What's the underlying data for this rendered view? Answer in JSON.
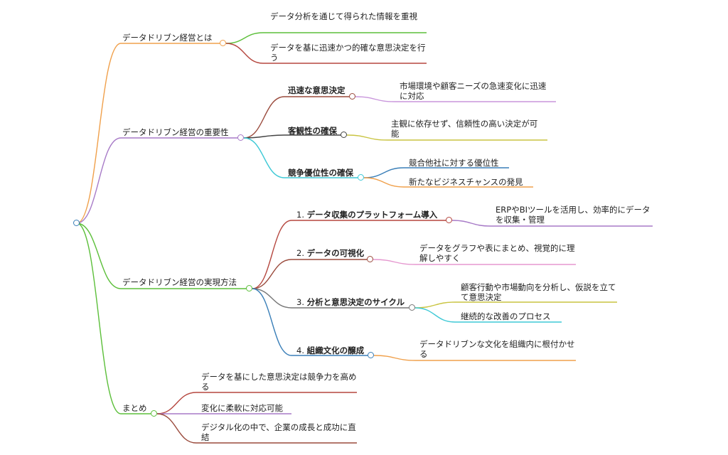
{
  "mindmap": {
    "branches": [
      {
        "label": "データドリブン経営とは",
        "color": "#f0a04b",
        "children": [
          {
            "label": "データ分析を通じて得られた情報を重視",
            "color": "#5cbf3a"
          },
          {
            "label": "データを基に迅速かつ的確な意思決定を行う",
            "color": "#b5473f"
          }
        ]
      },
      {
        "label": "データドリブン経営の重要性",
        "color": "#a77ac7",
        "children": [
          {
            "label": "迅速な意思決定",
            "color": "#9a4a3c",
            "children": [
              {
                "label": "市場環境や顧客ニーズの急速変化に迅速に対応",
                "color": "#c996dc"
              }
            ]
          },
          {
            "label": "客観性の確保",
            "color": "#444444",
            "children": [
              {
                "label": "主観に依存せず、信頼性の高い決定が可能",
                "color": "#c9c441"
              }
            ]
          },
          {
            "label": "競争優位性の確保",
            "color": "#3fc9d6",
            "children": [
              {
                "label": "競合他社に対する優位性",
                "color": "#3a7fb8"
              },
              {
                "label": "新たなビジネスチャンスの発見",
                "color": "#f0a04b"
              }
            ]
          }
        ]
      },
      {
        "label": "データドリブン経営の実現方法",
        "color": "#5cbf3a",
        "children": [
          {
            "prefix": "1.",
            "label": "データ収集のプラットフォーム導入",
            "color": "#b5473f",
            "children": [
              {
                "label": "ERPやBIツールを活用し、効率的にデータを収集・管理",
                "color": "#a77ac7"
              }
            ]
          },
          {
            "prefix": "2.",
            "label": "データの可視化",
            "color": "#9a4a3c",
            "children": [
              {
                "label": "データをグラフや表にまとめ、視覚的に理解しやすく",
                "color": "#e597cf"
              }
            ]
          },
          {
            "prefix": "3.",
            "label": "分析と意思決定のサイクル",
            "color": "#777777",
            "children": [
              {
                "label": "顧客行動や市場動向を分析し、仮説を立てて意思決定",
                "color": "#c9c441"
              },
              {
                "label": "継続的な改善のプロセス",
                "color": "#3fc9d6"
              }
            ]
          },
          {
            "prefix": "4.",
            "label": "組織文化の醸成",
            "color": "#3a7fb8",
            "children": [
              {
                "label": "データドリブンな文化を組織内に根付かせる",
                "color": "#f0a04b"
              }
            ]
          }
        ]
      },
      {
        "label": "まとめ",
        "color": "#5cbf3a",
        "children": [
          {
            "label": "データを基にした意思決定は競争力を高める",
            "color": "#b5473f"
          },
          {
            "label": "変化に柔軟に対応可能",
            "color": "#a77ac7"
          },
          {
            "label": "デジタル化の中で、企業の成長と成功に直結",
            "color": "#9a4a3c"
          }
        ]
      }
    ]
  }
}
